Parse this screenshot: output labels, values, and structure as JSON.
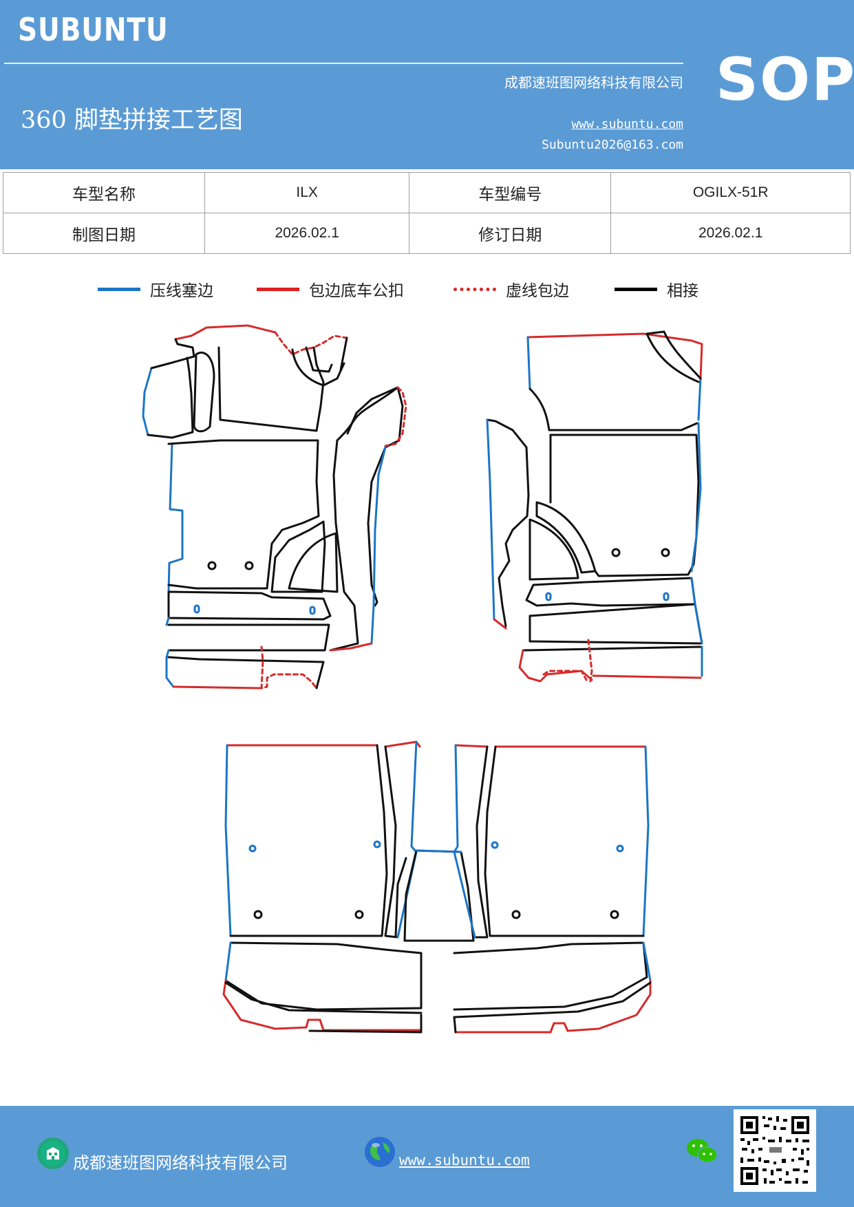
{
  "header": {
    "brand": "SUBUNTU",
    "badge": "SOP",
    "company": "成都速班图网络科技有限公司",
    "title": "360 脚垫拼接工艺图",
    "website": "www.subuntu.com",
    "email": "Subuntu2026@163.com"
  },
  "info_table": {
    "row1": {
      "label1": "车型名称",
      "value1": "ILX",
      "label2": "车型编号",
      "value2": "OGILX-51R"
    },
    "row2": {
      "label1": "制图日期",
      "value1": "2026.02.1",
      "label2": "修订日期",
      "value2": "2026.02.1"
    }
  },
  "legend": [
    {
      "label": "压线塞边",
      "color": "#1a75c7",
      "style": "solid"
    },
    {
      "label": "包边底车公扣",
      "color": "#e02020",
      "style": "solid"
    },
    {
      "label": "虚线包边",
      "color": "#e02020",
      "style": "dashed"
    },
    {
      "label": "相接",
      "color": "#000000",
      "style": "solid"
    }
  ],
  "colors": {
    "header_bg": "#5b9bd5",
    "blue_line": "#1a75c7",
    "red_line": "#d62b2b",
    "black_line": "#111111"
  },
  "footer": {
    "company": "成都速班图网络科技有限公司",
    "website": "www.subuntu.com",
    "icons": [
      "building-icon",
      "globe-icon",
      "wechat-icon",
      "qr-code"
    ]
  }
}
